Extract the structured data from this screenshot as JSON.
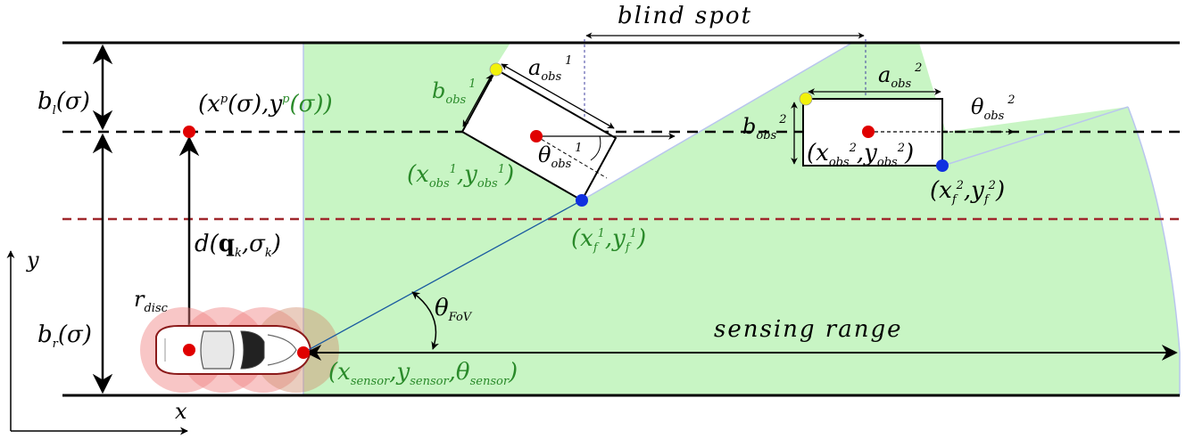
{
  "colors": {
    "road_line": "#000000",
    "centerline": "#000000",
    "lane_boundary": "#a0282d",
    "fov_fill": "#c8f5c4",
    "fov_edge": "#a8b8e8",
    "ray": "#1a5aa0",
    "label_green": "#2a8a2a",
    "point_red": "#e00000",
    "point_yellow": "#f2f20a",
    "point_blue": "#1030e0",
    "disc": "#f08080"
  },
  "icons": {
    "ego_vehicle": "car-top-view-icon"
  },
  "labels": {
    "blind_spot": "blind spot",
    "sensing_range": "sensing range",
    "b_l": {
      "base": "b",
      "sub": "l",
      "rest": "(σ)"
    },
    "b_r": {
      "base": "b",
      "sub": "r",
      "rest": "(σ)"
    },
    "path_point": {
      "a": "(x",
      "sup1": "p",
      "b": "(σ),y",
      "sup2": "p",
      "c": "(σ))"
    },
    "distance": {
      "a": "d(",
      "q": "q",
      "qsub": "k",
      "b": ",σ",
      "bsub": "k",
      "c": ")"
    },
    "r_disc": {
      "base": "r",
      "sub": "disc"
    },
    "theta_fov": {
      "base": "θ",
      "sub": "FoV"
    },
    "sensor_pose": {
      "a": "(x",
      "s1": "sensor",
      "b": ",y",
      "s2": "sensor",
      "c": ",θ",
      "s3": "sensor",
      "d": ")"
    },
    "axis_x": "x",
    "axis_y": "y"
  },
  "obstacles": [
    {
      "a": {
        "base": "a",
        "sub": "obs",
        "sup": "1"
      },
      "b": {
        "base": "b",
        "sub": "obs",
        "sup": "1"
      },
      "center": {
        "a": "(x",
        "s1": "obs",
        "p1": "1",
        "b": ",y",
        "s2": "obs",
        "p2": "1",
        "c": ")"
      },
      "theta": {
        "base": "θ",
        "sub": "obs",
        "sup": "1"
      },
      "front": {
        "a": "(x",
        "s1": "f",
        "p1": "1",
        "b": ",y",
        "s2": "f",
        "p2": "1",
        "c": ")"
      }
    },
    {
      "a": {
        "base": "a",
        "sub": "obs",
        "sup": "2"
      },
      "b": {
        "base": "b",
        "sub": "obs",
        "sup": "2"
      },
      "center": {
        "a": "(x",
        "s1": "obs",
        "p1": "2",
        "b": ",y",
        "s2": "obs",
        "p2": "2",
        "c": ")"
      },
      "theta": {
        "base": "θ",
        "sub": "obs",
        "sup": "2"
      },
      "front": {
        "a": "(x",
        "s1": "f",
        "p1": "2",
        "b": ",y",
        "s2": "f",
        "p2": "2",
        "c": ")"
      }
    }
  ]
}
